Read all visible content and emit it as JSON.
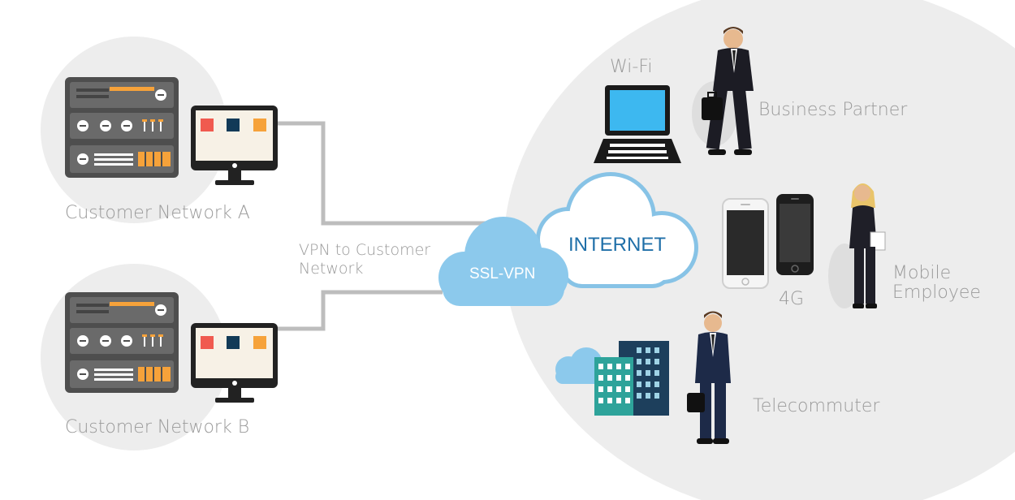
{
  "nodes": {
    "customer_network_a": "Customer Network A",
    "customer_network_b": "Customer Network B",
    "vpn_link": "VPN to Customer\nNetwork",
    "ssl_vpn": "SSL-VPN",
    "internet": "INTERNET",
    "wifi": "Wi-Fi",
    "business_partner": "Business Partner",
    "cellular": "4G",
    "mobile_employee": "Mobile\nEmployee",
    "telecommuter": "Telecommuter"
  },
  "colors": {
    "link_line": "#bdbdbd",
    "background_disc": "#ededed",
    "cloud_fill": "#e9f4fb",
    "cloud_outline": "#87c3e6",
    "internet_text": "#1f6fa8",
    "ssl_vpn_text": "#ffffff",
    "label_text": "#9a9a9a",
    "server_body": "#5d5d5d",
    "screen_red": "#f05a4f",
    "screen_navy": "#123a57",
    "screen_orange": "#f6a23a",
    "laptop_screen": "#3db8f0",
    "building_teal": "#2ea39a",
    "building_navy": "#1d3f5c"
  }
}
